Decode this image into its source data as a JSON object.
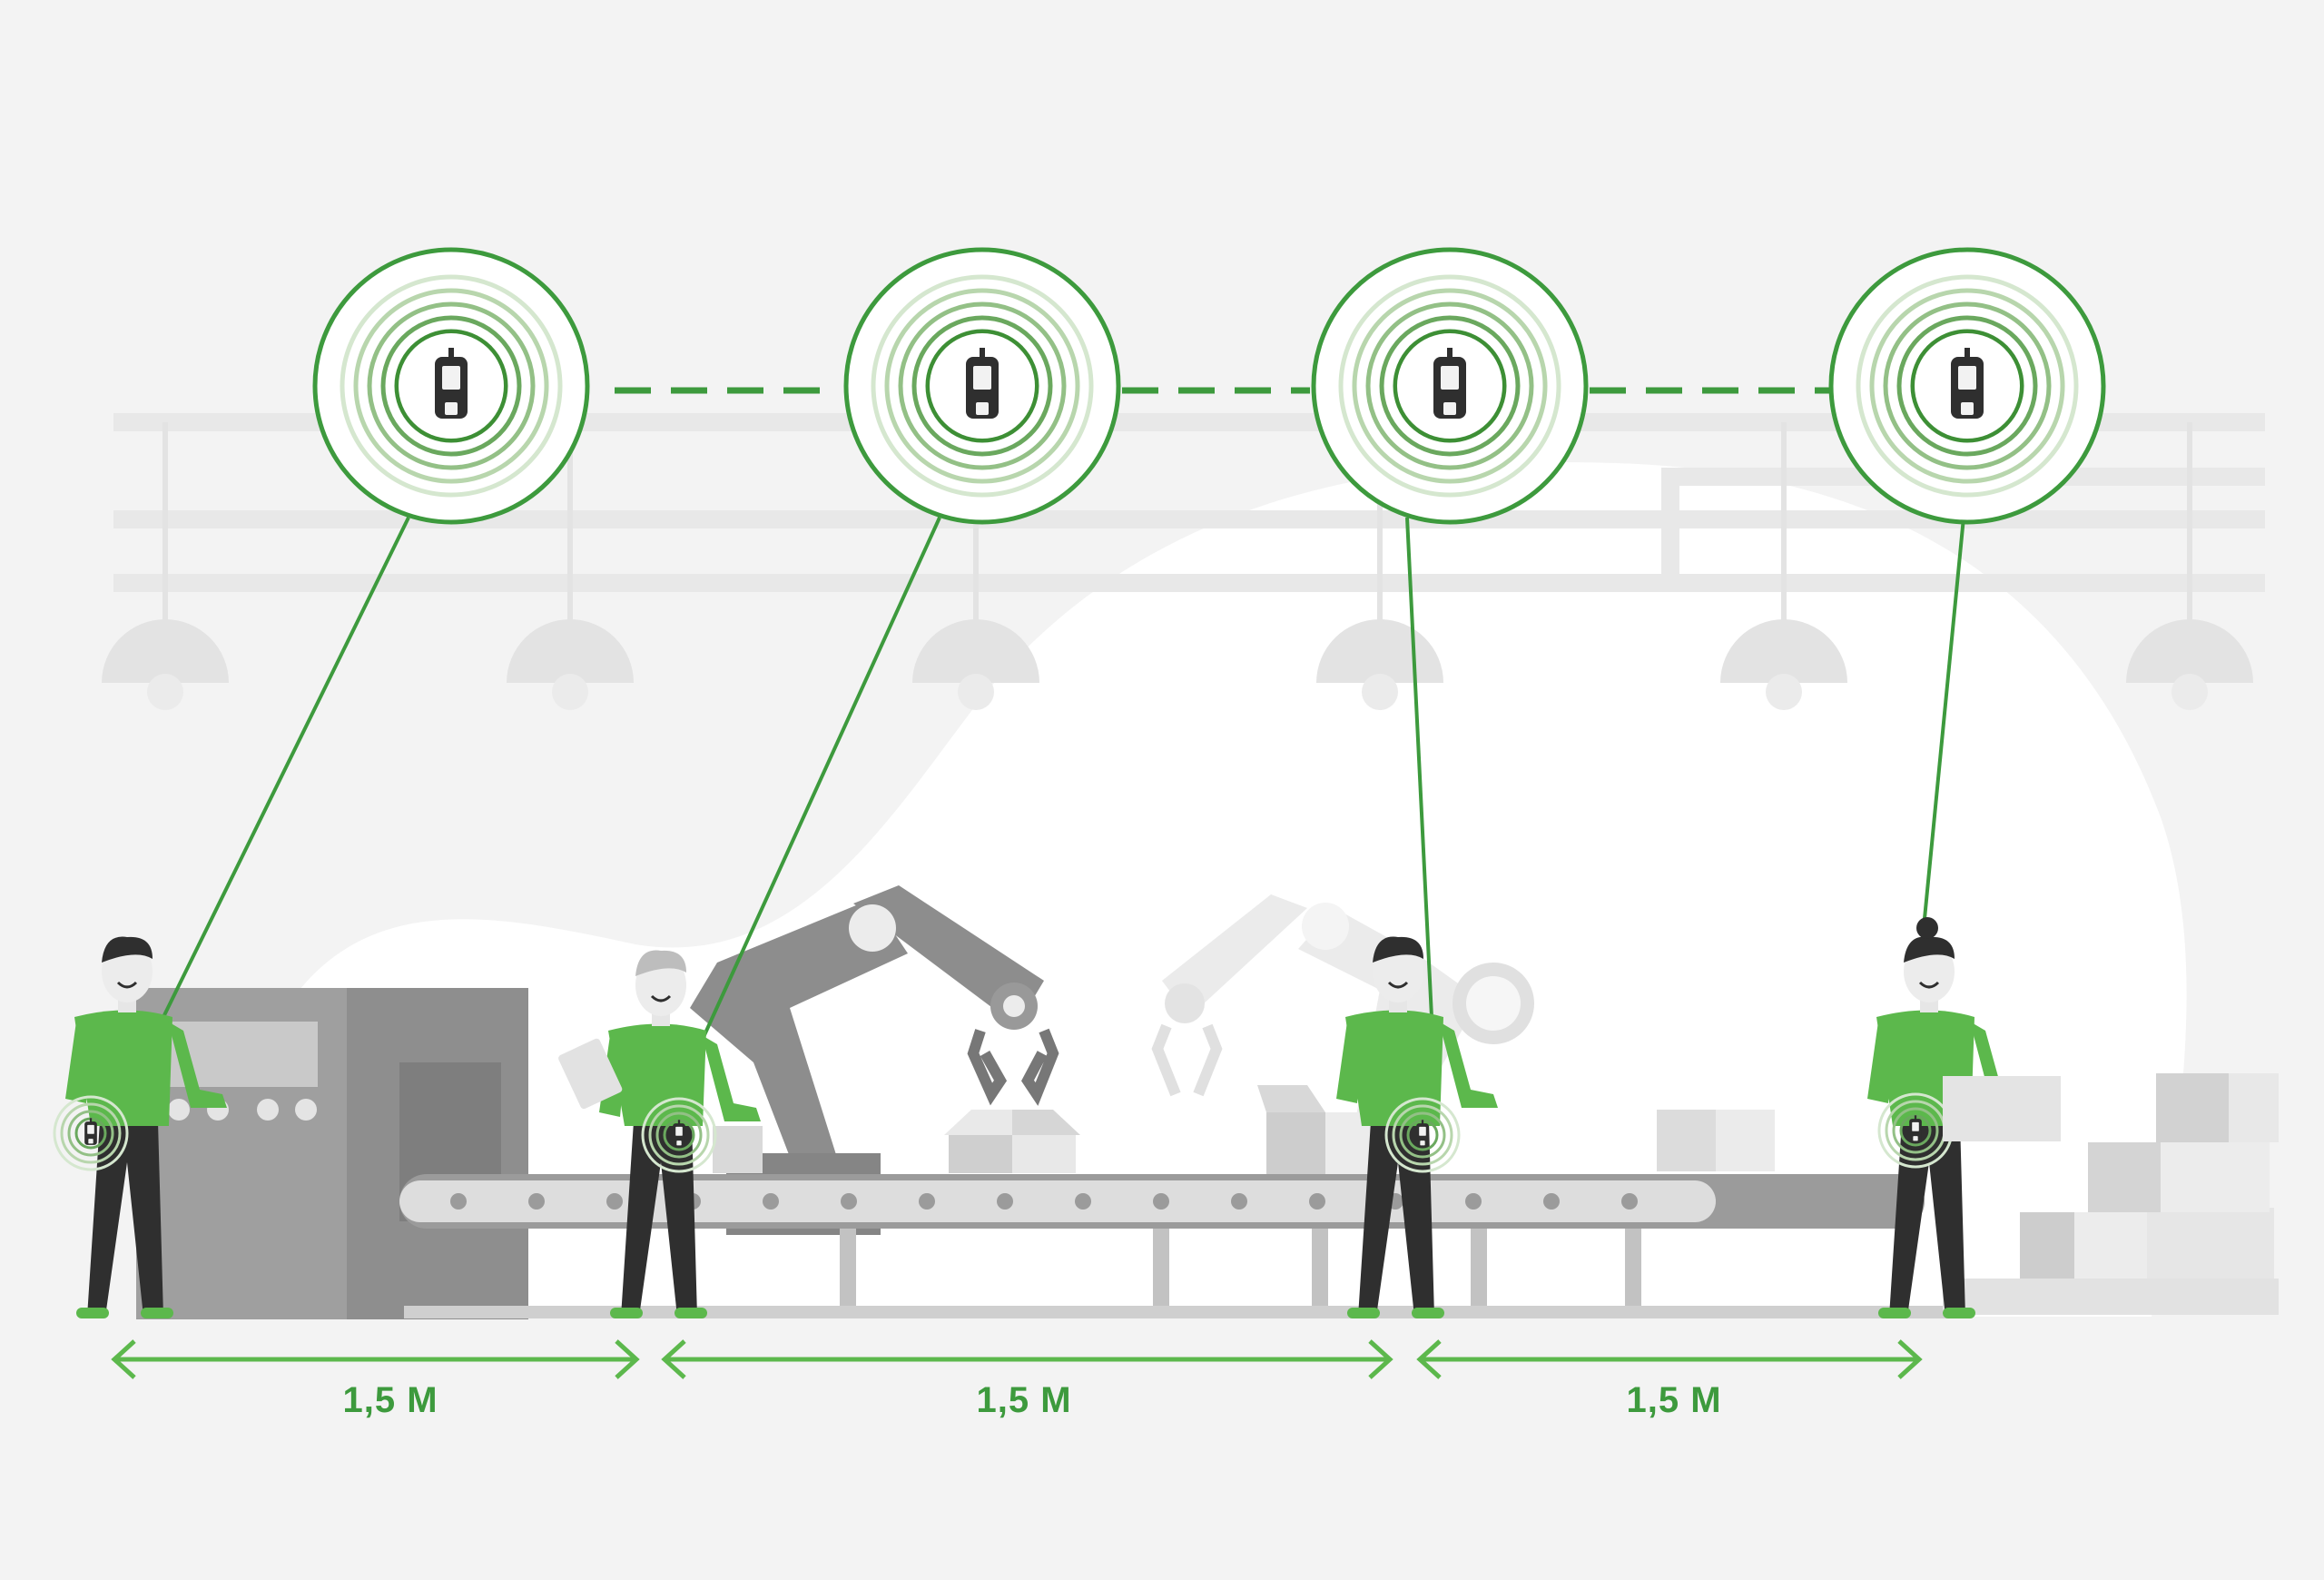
{
  "colors": {
    "accent": "#3d9a3d",
    "accent_light": "#5cb84c",
    "background": "#f3f3f3",
    "grey_dark": "#2f2f2f",
    "grey_mid": "#9a9a9a",
    "grey_light": "#dcdcdc"
  },
  "workers": [
    {
      "role": "operator at control panel"
    },
    {
      "role": "supervisor with clipboard"
    },
    {
      "role": "packer at conveyor"
    },
    {
      "role": "worker carrying box"
    }
  ],
  "device": {
    "icon": "wearable-tag-icon"
  },
  "distances": [
    {
      "label": "1,5 M"
    },
    {
      "label": "1,5 M"
    },
    {
      "label": "1,5 M"
    }
  ]
}
